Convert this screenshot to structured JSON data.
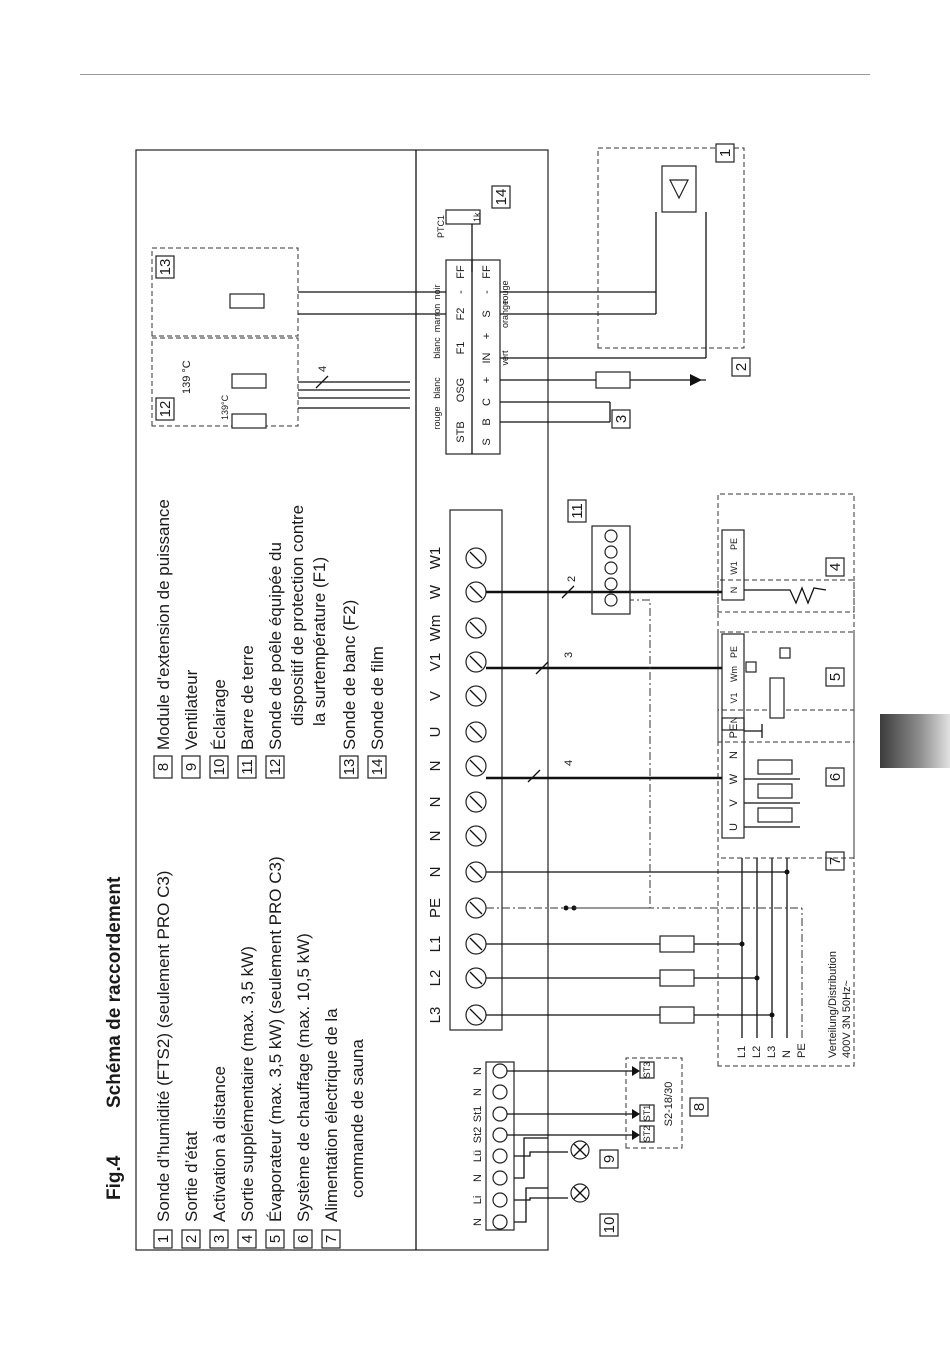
{
  "header": {
    "figure": "Fig.4",
    "title": "Schéma de raccordement"
  },
  "legend_left": [
    {
      "num": "1",
      "line1": "Sonde d’humidité (FTS2) (seulement PRO C3)"
    },
    {
      "num": "2",
      "line1": "Sortie d’état"
    },
    {
      "num": "3",
      "line1": "Activation à distance"
    },
    {
      "num": "4",
      "line1": "Sortie supplémentaire (max. 3,5 kW)"
    },
    {
      "num": "5",
      "line1": "Évaporateur (max. 3,5 kW) (seulement PRO C3)"
    },
    {
      "num": "6",
      "line1": "Système de chauffage (max. 10,5 kW)"
    },
    {
      "num": "7",
      "line1": "Alimentation électrique de la",
      "line2": "commande de sauna"
    }
  ],
  "legend_right": [
    {
      "num": "8",
      "line1": "Module d'extension de puissance"
    },
    {
      "num": "9",
      "line1": "Ventilateur"
    },
    {
      "num": "10",
      "line1": "Éclairage"
    },
    {
      "num": "11",
      "line1": "Barre de terre"
    },
    {
      "num": "12",
      "line1": "Sonde de poêle équipée du",
      "line2": "dispositif de protection contre",
      "line3": "la surtempérature (F1)"
    },
    {
      "num": "13",
      "line1": "Sonde de banc (F2)"
    },
    {
      "num": "14",
      "line1": "Sonde de film"
    }
  ],
  "main_terminals": [
    "L3",
    "L2",
    "L1",
    "PE",
    "N",
    "N",
    "N",
    "N",
    "U",
    "V",
    "V1",
    "Wm",
    "W",
    "W1"
  ],
  "aux_terminals": [
    "N",
    "Li",
    "N",
    "Lü",
    "St2",
    "St1",
    "N",
    "N"
  ],
  "sensor_terminals_top": [
    "STB",
    "OSG",
    "F1",
    "F2",
    "-",
    "FF"
  ],
  "sensor_terminals_bottom": [
    "S",
    "B",
    "C",
    "+",
    "IN",
    "+",
    "S",
    "-",
    "FF"
  ],
  "wire_labels": {
    "rouge": "rouge",
    "blanc": "blanc",
    "marron": "marron",
    "noir": "noir",
    "orange": "orange",
    "vert": "vert"
  },
  "wire_counts": {
    "a": "2",
    "b": "3",
    "c": "4",
    "d": "4"
  },
  "block4_terms": [
    "N",
    "W1",
    "PE"
  ],
  "block5_terms": [
    "N",
    "V1",
    "Wm",
    "PE"
  ],
  "block6_terms": [
    "U",
    "V",
    "W",
    "N",
    "PE"
  ],
  "block8": {
    "terms": [
      "ST2",
      "ST1",
      "ST3"
    ],
    "label": "S2-18/30"
  },
  "block12": {
    "temp": "139 °C",
    "temp_small": "139°C"
  },
  "block14": {
    "ptc": "PTC1",
    "res": "1k"
  },
  "distribution": {
    "lines": [
      "L1",
      "L2",
      "L3",
      "N",
      "PE"
    ],
    "title": "Verteilung/Distribution",
    "spec": "400V 3N 50Hz~"
  },
  "colors": {
    "line": "#111111",
    "tab": "#6e6e6e"
  }
}
